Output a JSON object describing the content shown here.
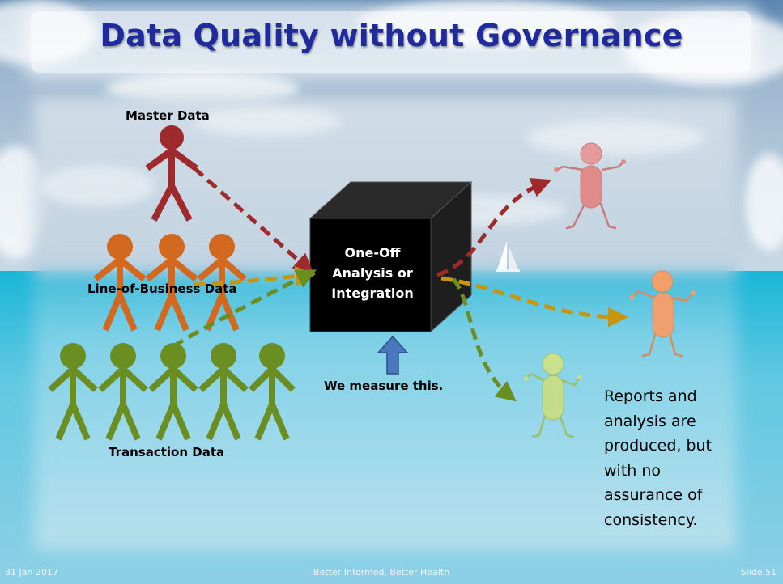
{
  "slide": {
    "title": "Data Quality without Governance",
    "labels": {
      "master": "Master Data",
      "lob": "Line-of-Business Data",
      "transaction": "Transaction Data",
      "measure": "We measure this."
    },
    "box_lines": [
      "One-Off",
      "Analysis or",
      "Integration"
    ],
    "note_lines": [
      "Reports and",
      "analysis are",
      "produced, but",
      "with no",
      "assurance of",
      "consistency."
    ],
    "footer": {
      "date": "31 Jan 2017",
      "center": "Better Informed, Better Health",
      "slide": "Slide 51"
    }
  },
  "colors": {
    "master": "#9e2a2b",
    "lob": "#d2691e",
    "transaction": "#6b8e23",
    "title": "#1f2a9c",
    "arrow_up": "#3f6fb5"
  }
}
